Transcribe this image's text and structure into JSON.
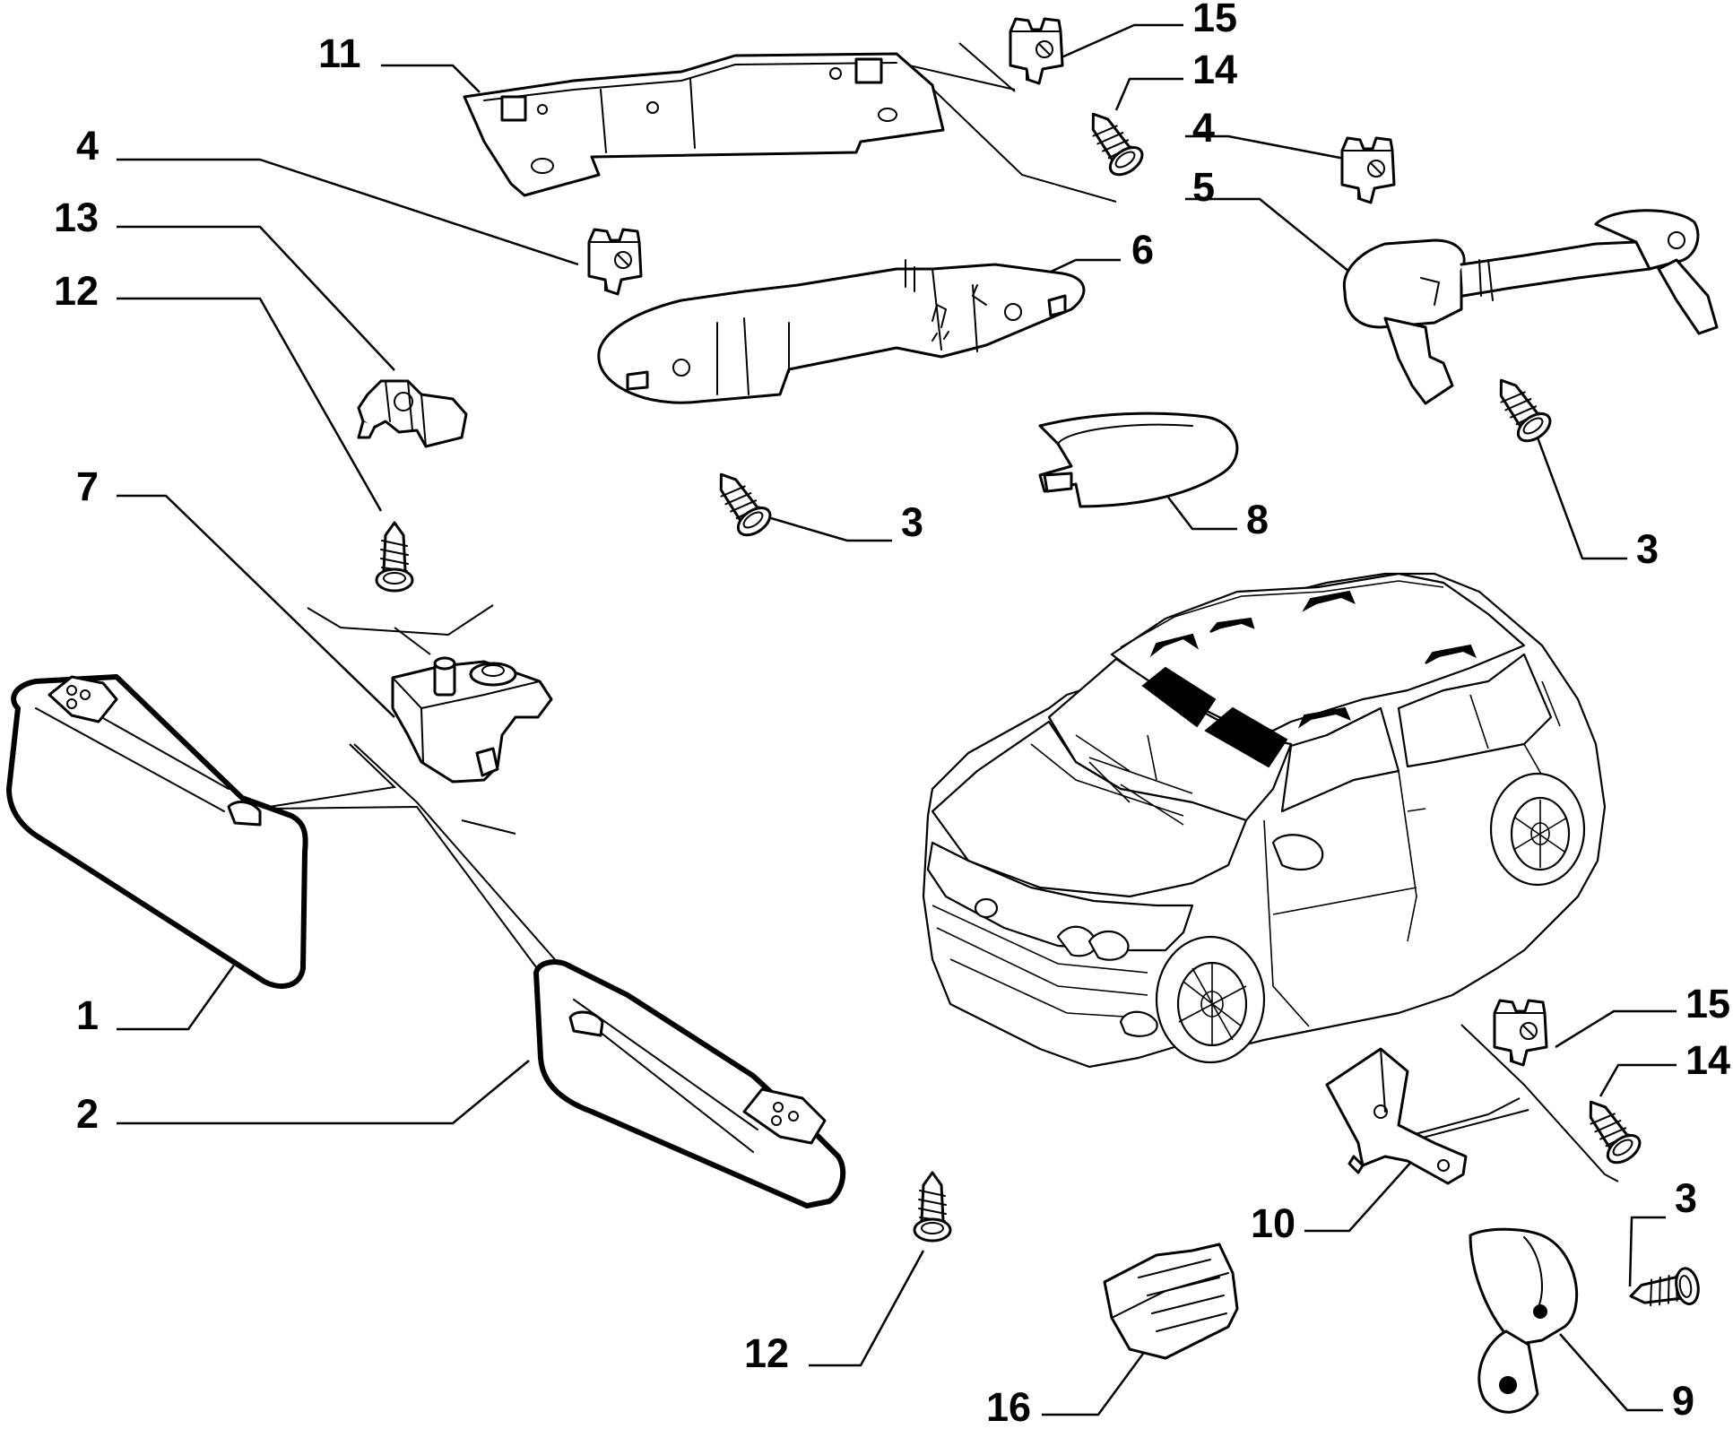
{
  "diagram": {
    "callouts": [
      {
        "id": "c11",
        "text": "11"
      },
      {
        "id": "c15a",
        "text": "15"
      },
      {
        "id": "c14a",
        "text": "14"
      },
      {
        "id": "c4a",
        "text": "4"
      },
      {
        "id": "c4b",
        "text": "4"
      },
      {
        "id": "c5",
        "text": "5"
      },
      {
        "id": "c13",
        "text": "13"
      },
      {
        "id": "c6",
        "text": "6"
      },
      {
        "id": "c12a",
        "text": "12"
      },
      {
        "id": "c7",
        "text": "7"
      },
      {
        "id": "c3a",
        "text": "3"
      },
      {
        "id": "c8",
        "text": "8"
      },
      {
        "id": "c3b",
        "text": "3"
      },
      {
        "id": "c1",
        "text": "1"
      },
      {
        "id": "c2",
        "text": "2"
      },
      {
        "id": "c15b",
        "text": "15"
      },
      {
        "id": "c14b",
        "text": "14"
      },
      {
        "id": "c10",
        "text": "10"
      },
      {
        "id": "c3c",
        "text": "3"
      },
      {
        "id": "c12b",
        "text": "12"
      },
      {
        "id": "c16",
        "text": "16"
      },
      {
        "id": "c9",
        "text": "9"
      }
    ]
  }
}
